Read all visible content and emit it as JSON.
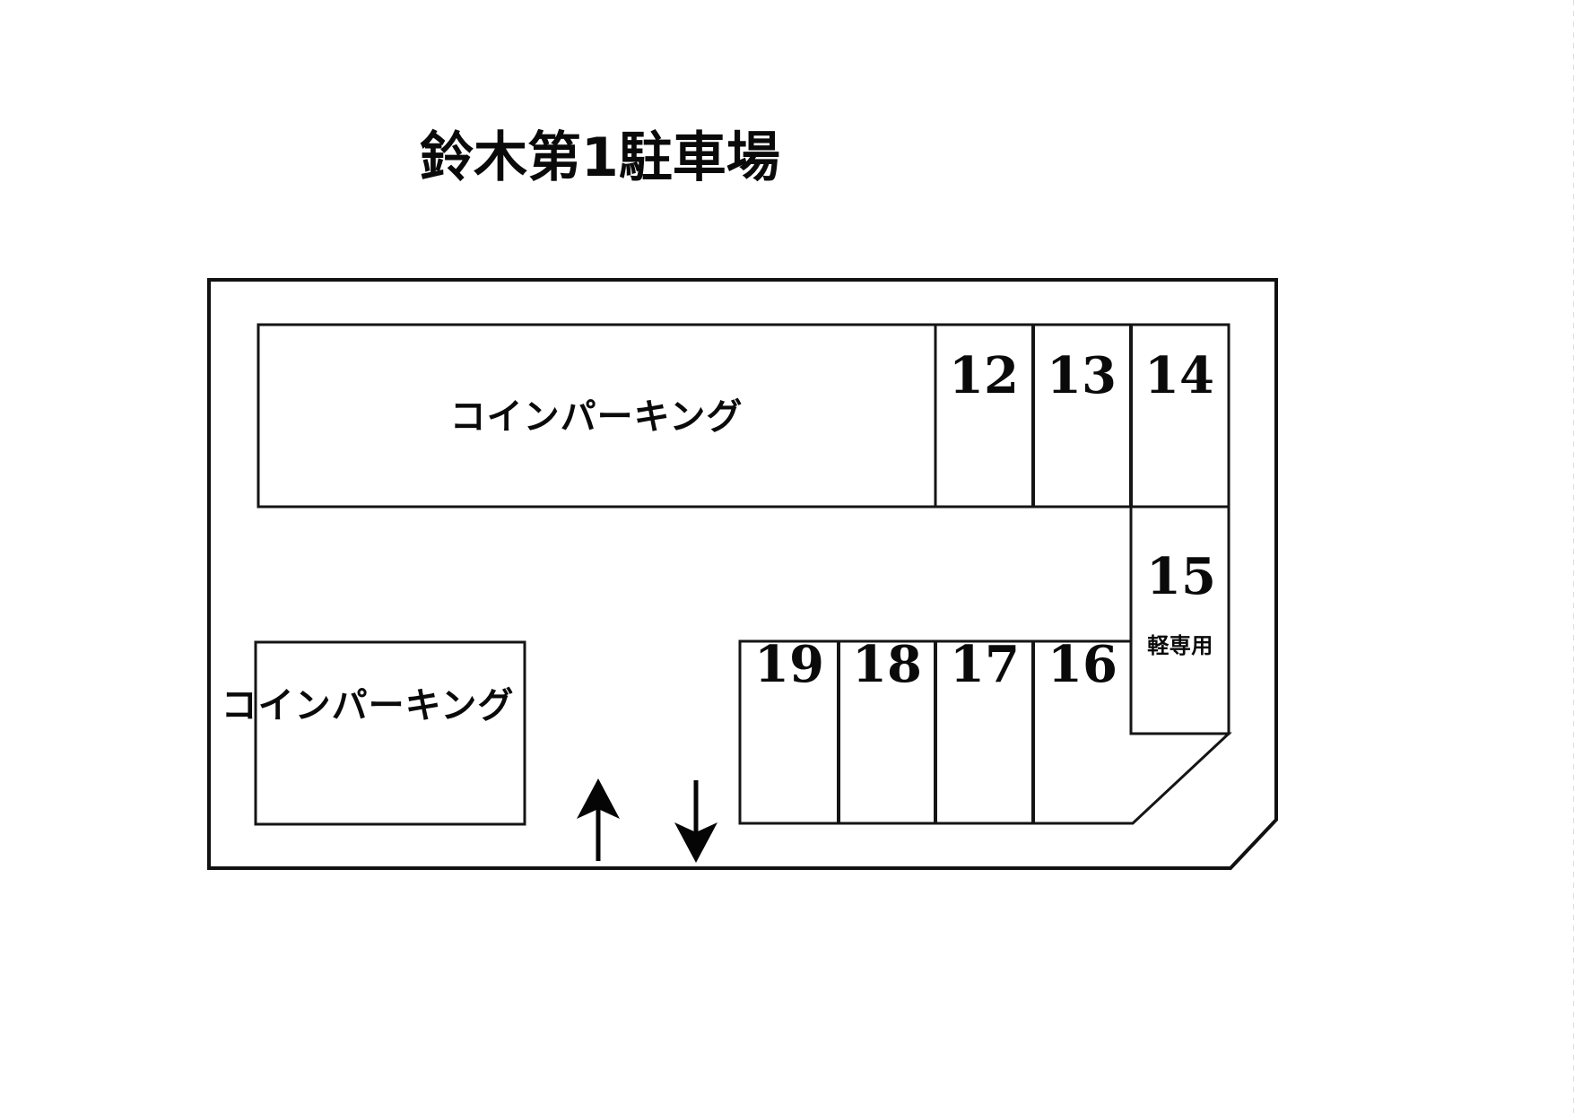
{
  "document": {
    "title": "鈴木第1駐車場",
    "type": "parking-lot-map"
  },
  "map": {
    "coin_parking_upper": {
      "label": "コインパーキング"
    },
    "coin_parking_lower": {
      "label": "コインパーキング"
    },
    "stalls_top_row": [
      {
        "number": "12"
      },
      {
        "number": "13"
      },
      {
        "number": "14"
      }
    ],
    "stall_right": {
      "number": "15",
      "note": "軽専用"
    },
    "stalls_bottom_row": [
      {
        "number": "19"
      },
      {
        "number": "18"
      },
      {
        "number": "17"
      },
      {
        "number": "16"
      }
    ],
    "flow_arrows": [
      {
        "name": "entry-arrow-up",
        "direction": "up"
      },
      {
        "name": "exit-arrow-down",
        "direction": "down"
      }
    ]
  },
  "colors": {
    "ink": "#111111",
    "paper": "#ffffff"
  }
}
